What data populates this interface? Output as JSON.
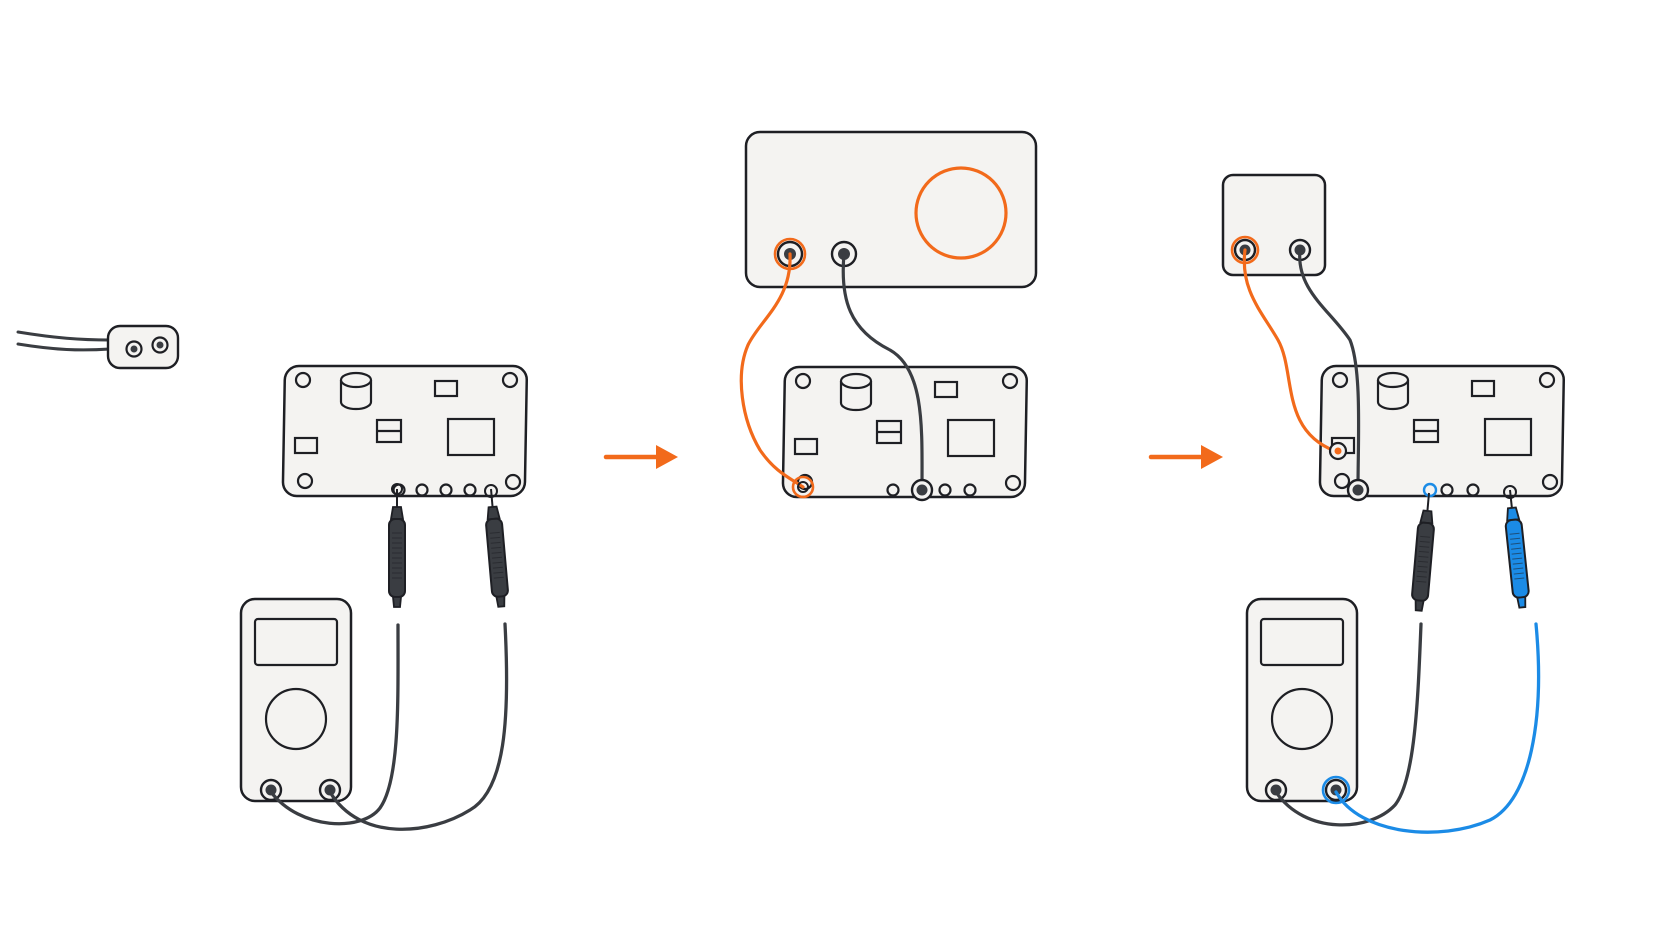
{
  "diagram": {
    "steps": [
      "step-1-measure",
      "step-2-power-supply",
      "step-3-measure-powered"
    ],
    "connectors": 2
  },
  "colors": {
    "background": "#ffffff",
    "outline": "#1e1f24",
    "device_fill": "#f4f3f1",
    "lead_dark": "#3a3d42",
    "accent_orange": "#f26a1b",
    "accent_blue": "#1b8be6"
  },
  "icons": {
    "battery_clip": "battery-clip-icon",
    "circuit_board": "circuit-board-icon",
    "multimeter": "multimeter-icon",
    "power_supply": "power-supply-icon",
    "flow_arrow": "arrow-right-icon"
  }
}
